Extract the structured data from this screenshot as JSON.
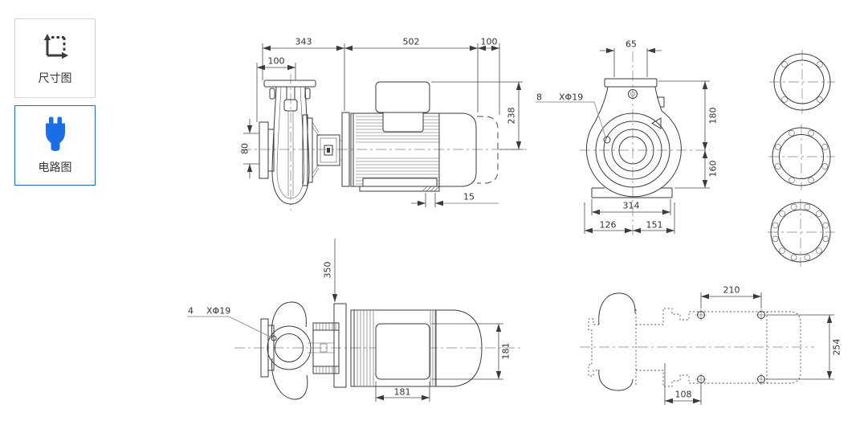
{
  "sidebar": {
    "items": [
      {
        "id": "dimension-diagram",
        "label": "尺寸图",
        "active": false
      },
      {
        "id": "circuit-diagram",
        "label": "电路图",
        "active": true
      }
    ]
  },
  "drawing": {
    "side_view": {
      "len_pump": "343",
      "len_motor": "502",
      "len_rear": "100",
      "flange_offset": "100",
      "suction_bore": "80",
      "height_above_axis": "238",
      "foot_offset": "15"
    },
    "front_view": {
      "discharge_bore": "65",
      "hole_count": "8",
      "hole_spec": "XΦ19",
      "height_above_axis": "180",
      "axis_to_base": "160",
      "base_width": "314",
      "base_left": "126",
      "base_right": "151"
    },
    "top_view": {
      "axis_height": "350",
      "hole_count": "4",
      "hole_spec": "XΦ19",
      "foot_length": "181",
      "frame_width": "181"
    },
    "plan_view": {
      "hole_span": "210",
      "base_width": "254",
      "hole_offset": "108"
    }
  },
  "colors": {
    "accent": "#1a6ee8",
    "line": "#3b3b3b",
    "border": "#d6d6d6",
    "text": "#333333"
  }
}
